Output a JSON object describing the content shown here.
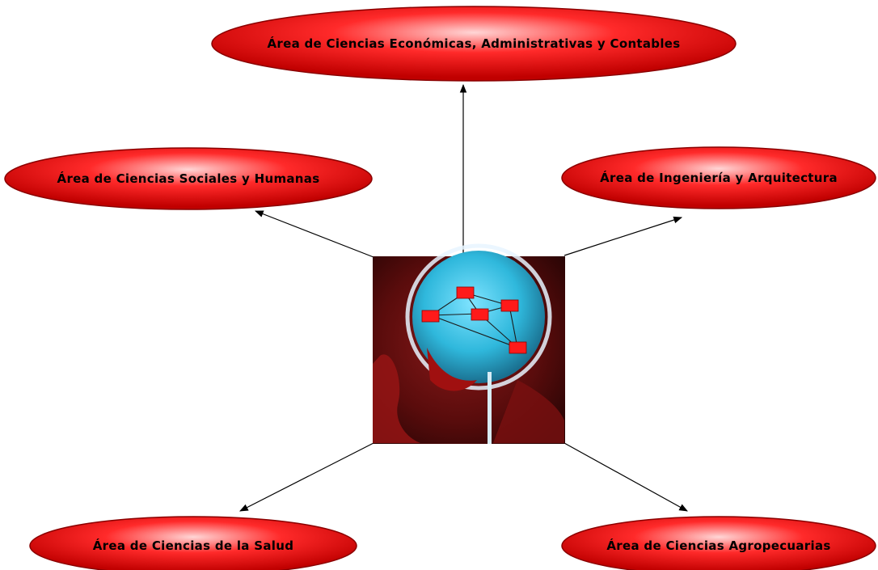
{
  "colors": {
    "ellipse_center": "#ffd6d6",
    "ellipse_mid": "#ff2a2a",
    "ellipse_edge": "#c00000",
    "ellipse_stroke": "#8a0000",
    "arrow": "#000000",
    "brain_fill": "#2fb8dc",
    "brain_background": "#5a0c0c",
    "node_box": "#ff1a1a"
  },
  "nodes": {
    "economicas": {
      "label": "Área de Ciencias Económicas, Administrativas y Contables"
    },
    "sociales": {
      "label": "Área de Ciencias Sociales y Humanas"
    },
    "ingenieria": {
      "label": "Área de Ingeniería y Arquitectura"
    },
    "salud": {
      "label": "Área de Ciencias de la Salud"
    },
    "agropecuarias": {
      "label": "Área de Ciencias Agropecuarias"
    }
  },
  "center_image": {
    "icon": "brain-network-image"
  }
}
